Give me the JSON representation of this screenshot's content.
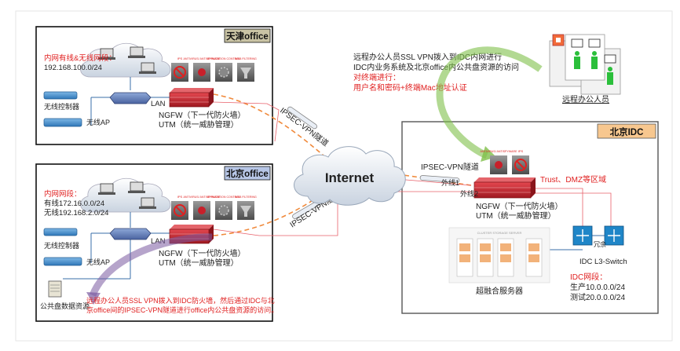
{
  "colors": {
    "red_text": "#e02020",
    "dark_text": "#222222",
    "firewall": "#c8202a",
    "tunnel": "#f08a3c",
    "office_tag": "#c9c3a4",
    "idc_tag": "#f7c78f",
    "switch_blue": "#1f86c8",
    "device_blue": "#3a6fa8",
    "green_arrow": "#7fbf4a",
    "purple_arrow": "#7a5aa0"
  },
  "tianjin": {
    "title": "天津office",
    "lan_label": "内网有线&无线网段：",
    "lan_range": "192.168.100.0/24",
    "lan_port": "LAN",
    "wlc": "无线控制器",
    "ap": "无线AP",
    "ngfw": "NGFW（下一代防火墙）",
    "utm": "UTM（统一威胁管理）"
  },
  "beijing": {
    "title": "北京office",
    "lan_label": "内网网段：",
    "wired": "有线172.16.0.0/24",
    "wireless": "无线192.168.2.0/24",
    "lan_port": "LAN",
    "wlc": "无线控制器",
    "ap": "无线AP",
    "ngfw": "NGFW（下一代防火墙）",
    "utm": "UTM（统一威胁管理）",
    "share": "公共盘数据资源",
    "note_line1": "远程办公人员SSL VPN拨入到IDC防火墙，然后通过IDC与北",
    "note_line2": "京office间的IPSEC-VPN隧道进行office内公共盘资源的访问。"
  },
  "idc": {
    "title": "北京IDC",
    "note_line1": "远程办公人员SSL VPN拨入到IDC内网进行",
    "note_line2": "IDC内业务系统及北京office内公共盘资源的访问",
    "auth_line1": "对终端进行：",
    "auth_line2": "用户名和密码+终端Mac地址认证",
    "remote_users": "远程办公人员",
    "trust": "Trust、DMZ等区域",
    "ngfw": "NGFW（下一代防火墙）",
    "utm": "UTM（统一威胁管理）",
    "line1": "外线1",
    "line2": "外线2",
    "redundant": "冗余",
    "l3switch": "IDC L3-Switch",
    "hci": "超融合服务器",
    "hci_banner": "CLUSTER STORAGE SERVER",
    "idc_net": "IDC网段：",
    "prod": "生产10.0.0.0/24",
    "test": "测试20.0.0.0/24"
  },
  "internet": "Internet",
  "tunnel_tj": "IPSEC-VPN隧道",
  "tunnel_bj": "IPSEC-VPN隧道",
  "tunnel_idc": "IPSEC-VPN隧道",
  "utm_icons": {
    "ips": "IPS",
    "av": "ANTIVIRUS/ ANTISPYWARE",
    "appctl": "APPLICATION CONTROL",
    "web": "WEB FILTERING"
  }
}
